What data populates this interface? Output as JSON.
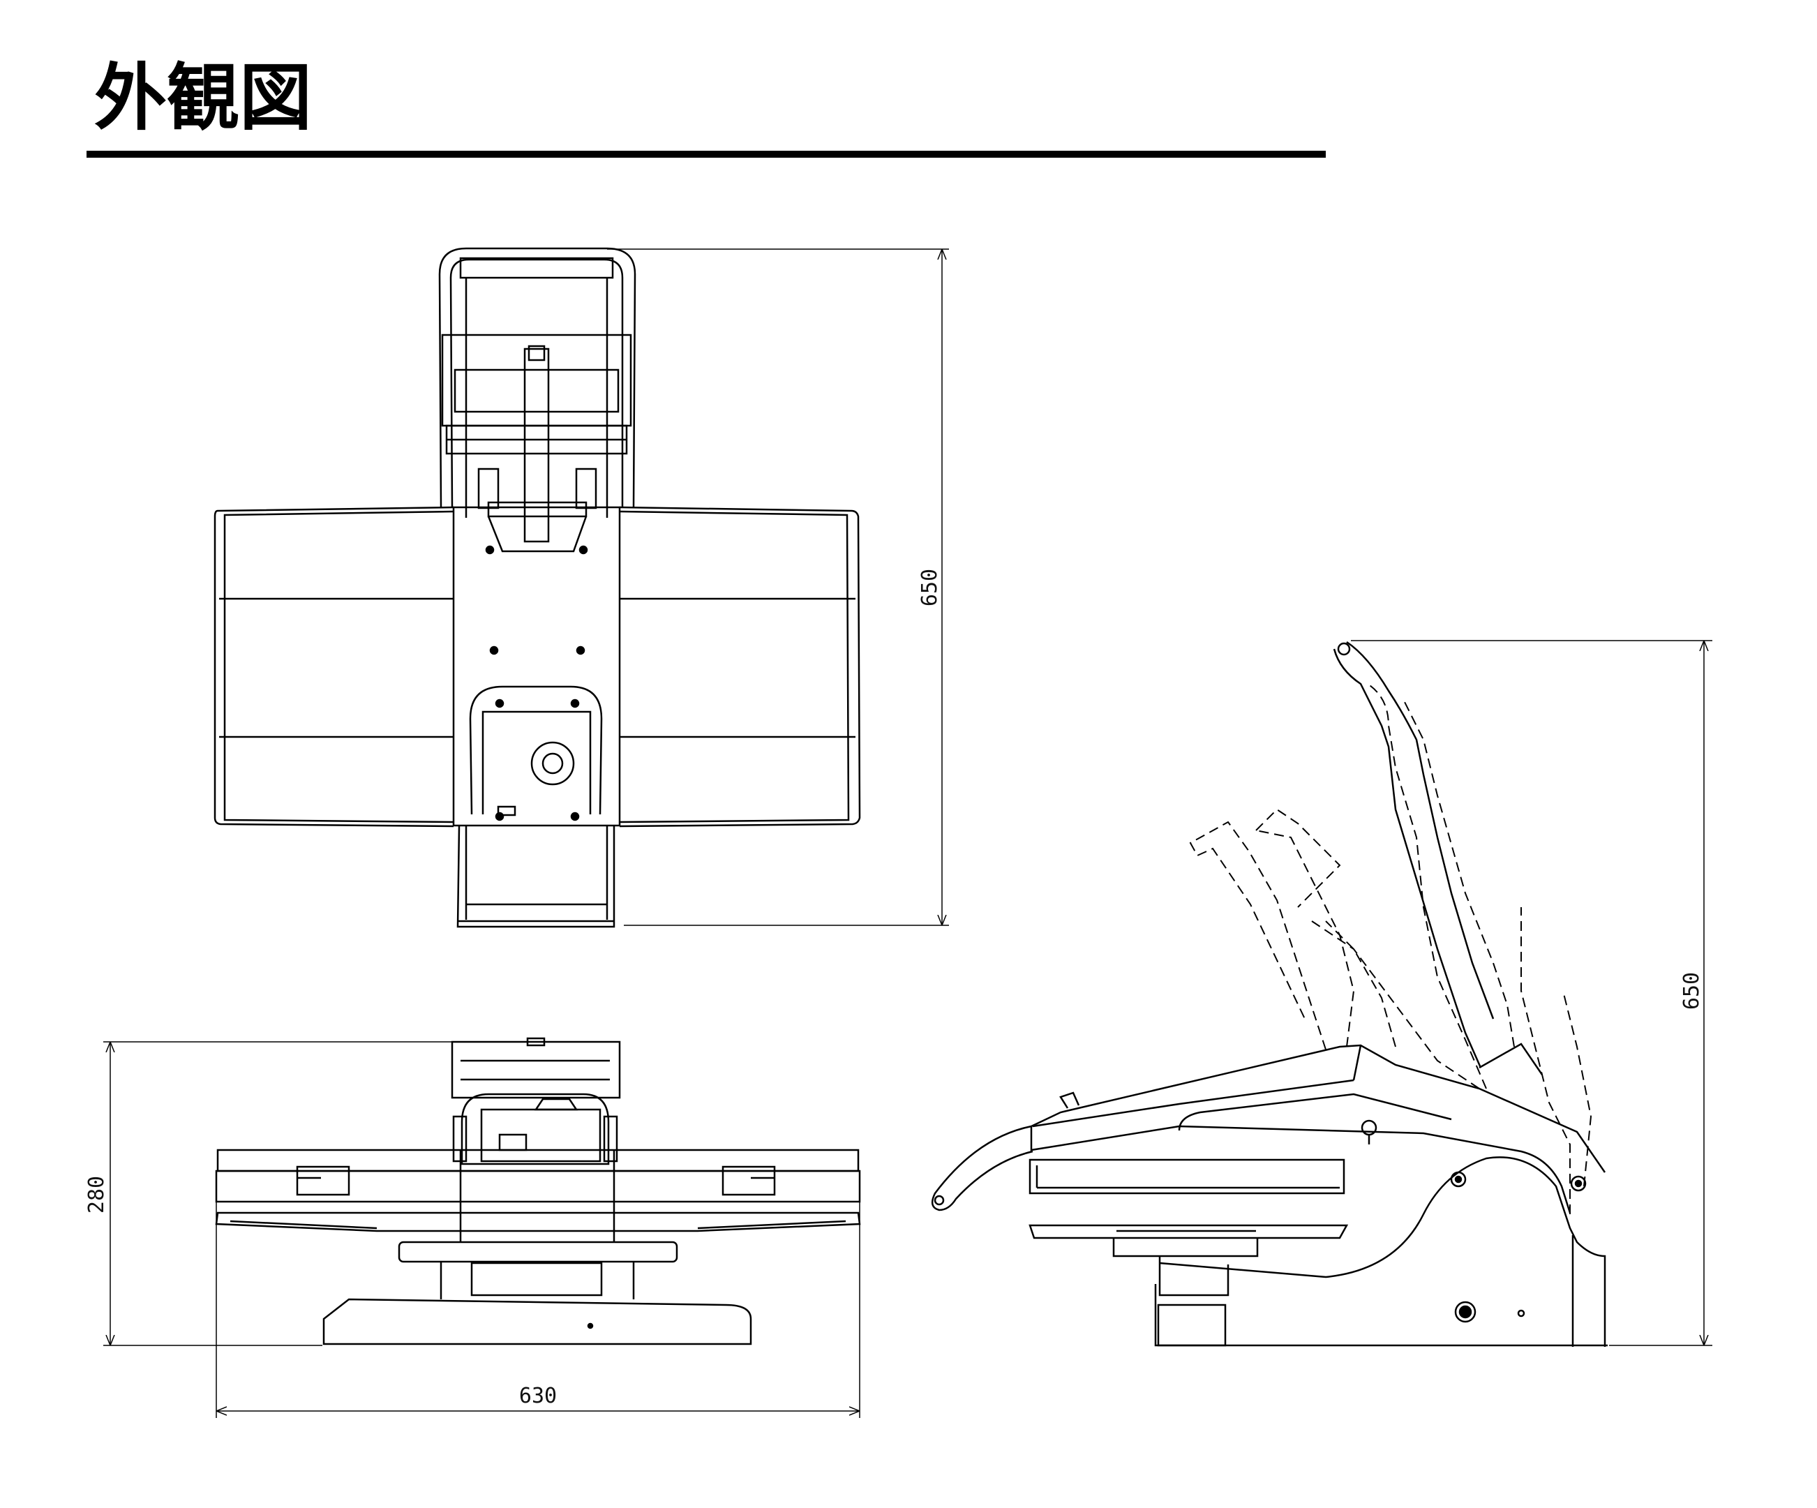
{
  "title": "外観図",
  "dimensions": {
    "top_view_height": "650",
    "front_view_height": "280",
    "front_view_width": "630",
    "side_view_height": "650"
  },
  "colors": {
    "line": "#000000",
    "background": "#ffffff"
  }
}
